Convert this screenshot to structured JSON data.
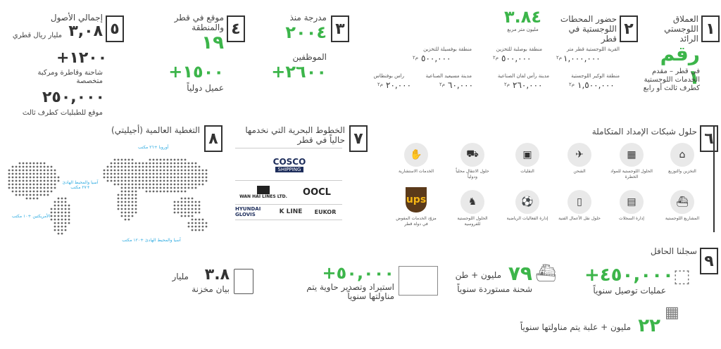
{
  "s1": {
    "num": "١",
    "title": "العملاق اللوجستي الرائد",
    "big": "رقم ١",
    "desc": "في قطر – مقدم الخدمات اللوجستية كطرف ثالث أو رابع"
  },
  "s2": {
    "num": "٢",
    "title": "حضور المحطات اللوجستية في قطر",
    "big": "٣.٨٤",
    "big_unit": "مليون متر مربع",
    "items": [
      {
        "label": "القرية اللوجستية قطر متر",
        "value": "١,٠٠٠,٠٠٠",
        "unit": "م٢"
      },
      {
        "label": "منطقة بوصلبة للتخزين",
        "value": "٥٠٠,٠٠٠",
        "unit": "م٢"
      },
      {
        "label": "منطقة بوفسيلة للتخزين",
        "value": "٥٠٠,٠٠٠",
        "unit": "م٢"
      },
      {
        "label": "منطقة الوكير اللوجستية",
        "value": "١,٥٠٠,٠٠٠",
        "unit": "م٢"
      },
      {
        "label": "مدينة رأس لفان الصناعية",
        "value": "٢٦٠,٠٠٠",
        "unit": "م٢"
      },
      {
        "label": "مدينة مسيعيد الصناعية",
        "value": "٦٠,٠٠٠",
        "unit": "م٢"
      },
      {
        "label": "راس بوفنطاس",
        "value": "٢٠,٠٠٠",
        "unit": "م٢"
      }
    ]
  },
  "s3": {
    "num": "٣",
    "title": "مدرجة منذ",
    "big": "٢٠٠٤",
    "label2": "الموظفين",
    "big2": "+٢٦٠٠"
  },
  "s4": {
    "num": "٤",
    "title": "موقع في قطر والمنطقة",
    "big": "١٩",
    "big2": "+١٥٠٠",
    "label2": "عميل دولياً"
  },
  "s5": {
    "num": "٥",
    "title": "إجمالي الأصول",
    "big": "٣,٠٨",
    "big_unit": "مليار ريال قطري",
    "big2": "+١٢٠٠",
    "desc2": "شاحنة وقاطرة ومركبة متخصصة",
    "big3": "٢٥٠,٠٠٠",
    "desc3": "موقع للطبليات كطرف ثالث"
  },
  "s6": {
    "num": "٦",
    "title": "حلول شبكات الإمداد المتكاملة",
    "row1": [
      "التخزين والتوزيع",
      "الحلول اللوجستية للمواد الخطرة",
      "الشحن",
      "النقليات",
      "حلول الانتقال محلياً ودولياً",
      "الخدمات الاستشارية"
    ],
    "row2": [
      "المشاريع اللوجستية",
      "إدارة السجلات",
      "حلول نقل الأعمال الفنية",
      "إدارة الفعاليات الرياضية",
      "الحلول اللوجستية للفروسية",
      "مزوّد الخدمات المفوض في دولة قطر"
    ],
    "ups": "ups"
  },
  "s7": {
    "num": "٧",
    "title": "الخطوط البحرية التي نخدمها حالياً في قطر",
    "logos": {
      "cosco": "COSCO",
      "cosco_sub": "SHIPPING",
      "oocl": "OOCL",
      "wanhai": "WAN HAI LINES LTD.",
      "glovis": "HYUNDAI GLOVIS",
      "kline": "K LINE",
      "eukor": "EUKOR"
    }
  },
  "s8": {
    "num": "٨",
    "title": "التغطية العالمية (أجيليتي)",
    "callouts": [
      "أوروبا +٢٦ مكتب",
      "آسيا والمحيط الهادئ +٢٧ مكتب",
      "الأمريكتين +١٠ مكتب",
      "آسيا والمحيط الهادئ +١٢٠ مكتب"
    ]
  },
  "s9": {
    "num": "٩",
    "title": "سجلنا الحافل",
    "stats": [
      {
        "big": "+٤٥٠,٠٠٠",
        "label": "عمليات توصيل سنوياً"
      },
      {
        "big": "٧٩",
        "unit": "مليون + طن",
        "label": "شحنة مستوردة سنوياً"
      },
      {
        "big": "+٥٠,٠٠٠",
        "label": "استيراد وتصدير حاوية يتم مناولتها سنوياً"
      },
      {
        "big": "٣.٨",
        "unit": "مليار",
        "label": "بيان مخزنة"
      },
      {
        "big": "٢٢",
        "unit": "مليون + علبة يتم مناولتها سنوياً"
      }
    ]
  }
}
